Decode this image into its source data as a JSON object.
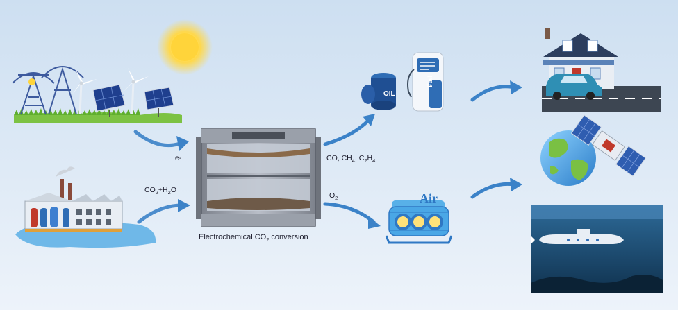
{
  "labels": {
    "electron": "e-",
    "feed_main": "CO",
    "feed_sub": "2",
    "feed_tail": "+H",
    "feed_sub2": "2",
    "feed_end": "O",
    "products_text": "CO, CH",
    "products_sub1": "4",
    "products_mid": ", C",
    "products_sub2": "2",
    "products_mid2": "H",
    "products_sub3": "4",
    "oxygen_main": "O",
    "oxygen_sub": "2",
    "reactor_caption_a": "Electrochemical  CO",
    "reactor_caption_sub": "2",
    "reactor_caption_b": " conversion",
    "oil_barrel": "OIL",
    "fuel_pump": "Fuel",
    "air_tank": "Air"
  },
  "colors": {
    "background_top": "#cfe0f0",
    "background_bottom": "#eaf2fa",
    "arrow": "#3b82c8",
    "reactor": "#8a8f99",
    "electrolyte": "#b9c1cc",
    "sun": "#ffd84a",
    "water": "#6fb8e8",
    "ocean": "#1c4a70"
  }
}
